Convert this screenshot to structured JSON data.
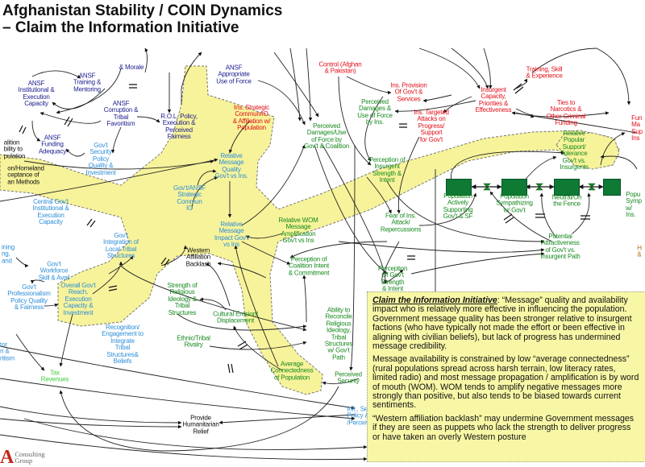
{
  "title": "Afghanistan Stability / COIN Dynamics\n– Claim the Information Initiative",
  "colors": {
    "highlight_region": "#f7f39a",
    "ansf_nodes": "#1c1c8f",
    "government_nodes": "#2f8fd8",
    "population_nodes": "#178a1f",
    "insurgent_nodes": "#e3101a",
    "stock": "#0e7a34"
  },
  "nodes": [
    {
      "label": "ANSF\nTraining &\nMentoring"
    },
    {
      "label": "ANSF\nInstitutional &\nExecution\nCapacity"
    },
    {
      "label": "ANSF\nCorruption &\nTribal\nFavoritism"
    },
    {
      "label": "ANSF\nFunding\nAdequacy"
    },
    {
      "label": "R.O.L. Policy,\nExecution &\nPerceived\nFairness"
    },
    {
      "label": "ANSF\nAppropriate\nUse of Force"
    },
    {
      "label": "& Morale"
    },
    {
      "label": "Gov't\nSecurity\nPolicy\nQuality &\nInvestment"
    },
    {
      "label": "Relative\nMessage\nQuality\nGov't vs Ins."
    },
    {
      "label": "Gov't/ANSF\nStrategic\nCommun\nIO"
    },
    {
      "label": "Relative\nMessage\nImpact Gov't\nvs Ins"
    },
    {
      "label": "Central Gov't\nInstitutional &\nExecution\nCapacity"
    },
    {
      "label": "Gov't\nIntegration of\nLocal Tribal\nStructures"
    },
    {
      "label": "Gov't\nWorkforce\nSkill & Avail"
    },
    {
      "label": "Gov't\nProfessionalism\nPolicy Quality\n& Fairness"
    },
    {
      "label": "Overall Gov't\nReach,\nExecution\nCapacity &\nInvestment"
    },
    {
      "label": "Recognition/\nEngagement to\nIntegrate\nTribal\nStructures&\nBeliefs"
    },
    {
      "label": "Tax\nRevenues"
    },
    {
      "label": "Infr., Se\nPolicy &\n/Perceiv"
    },
    {
      "label": "Perceived\nDamages/Use\nof Force by\nGov't & Coalition"
    },
    {
      "label": "Perceived\nDamages &\nUse of Force\nby Ins."
    },
    {
      "label": "Perception of\nInsurgent\nStrength &\nIntent"
    },
    {
      "label": "Relative WOM\nMessage\nAmplification\nGov't vs Ins"
    },
    {
      "label": "Fear of Ins.\nAttack/\nRepercussions"
    },
    {
      "label": "Perception of\nCoalition Intent\n& Commitment"
    },
    {
      "label": "Perception\nOf Gov't\nStrength\n& Intent"
    },
    {
      "label": "Relative\nPopular\nSupport/\nTolerance\nGov't vs.\nInsurgents"
    },
    {
      "label": "Population\nActively\nSupporting\nGov't & SF"
    },
    {
      "label": "Population\nSympathizing\nw/ Gov't"
    },
    {
      "label": "Neutral/On\nthe Fence"
    },
    {
      "label": "Popu\nSymp\nw/ Ins."
    },
    {
      "label": "Potential\nAttractiveness\nof Gov't vs.\nInsurgent Path"
    },
    {
      "label": "Strength of\nReligious\nIdeology &\nTribal\nStructures"
    },
    {
      "label": "Cultural Erosion/\nDisplacement"
    },
    {
      "label": "Ethnic/Tribal\nRivalry"
    },
    {
      "label": "Ability to\nReconcile\nReligious\nIdeology,\nTribal\nStructures\nw/ Gov't\nPath"
    },
    {
      "label": "Average\nConnectedness\nof Population"
    },
    {
      "label": "Perceived\nSecurity"
    },
    {
      "label": "Control (Afghan\n& Pakistan)"
    },
    {
      "label": "Ins. Strategic\nCommun/IO\n& Affiliation w/\nPopulation"
    },
    {
      "label": "Ins. Provision\nOf Gov't &\nServices"
    },
    {
      "label": "Ins. Targeted\nAttacks on\nProgress/\nSupport\nfor Gov't"
    },
    {
      "label": "Insurgent\nCapacity,\nPriorities &\nEffectiveness"
    },
    {
      "label": "Training, Skill\n& Experience"
    },
    {
      "label": "Ties to\nNarcotics &\nOther Criminal\nFunding"
    },
    {
      "label": "Fun\nMa\nSup\nIns"
    },
    {
      "label": "Western\nAffiliation\nBacklash"
    },
    {
      "label": "Provide\nHumanitarian\nRelief"
    },
    {
      "label": "alition\nbility to\npulation"
    },
    {
      "label": "on/Homeland\nceptance of\nan Methods"
    },
    {
      "label": "ining\nng,\nand"
    },
    {
      "label": "tor\nn &\nritism"
    },
    {
      "label": "H\n&"
    }
  ],
  "infobox": {
    "lead": "Claim the Information Initiative",
    "p1": ":  “Message” quality and availability impact who is relatively more effective in influencing the population.   Government message quality has been stronger relative to insurgent factions (who have typically not made the effort or been effective in aligning with civilian beliefs), but lack of progress has undermined message credibility.",
    "p2": "Message availability is constrained by low “average connectedness” (rural populations spread across harsh terrain, low literacy rates, limited radio) and most message propagation / amplification is by word of mouth (WOM).  WOM tends to amplify negative messages more strongly than positive, but also tends to be biased towards current sentiments.",
    "p3": "“Western affiliation backlash” may undermine Government messages if they are seen as puppets who lack the strength to deliver progress or have taken an overly Western posture"
  },
  "logo": {
    "mark": "A",
    "text": "Consulting\nGroup"
  }
}
